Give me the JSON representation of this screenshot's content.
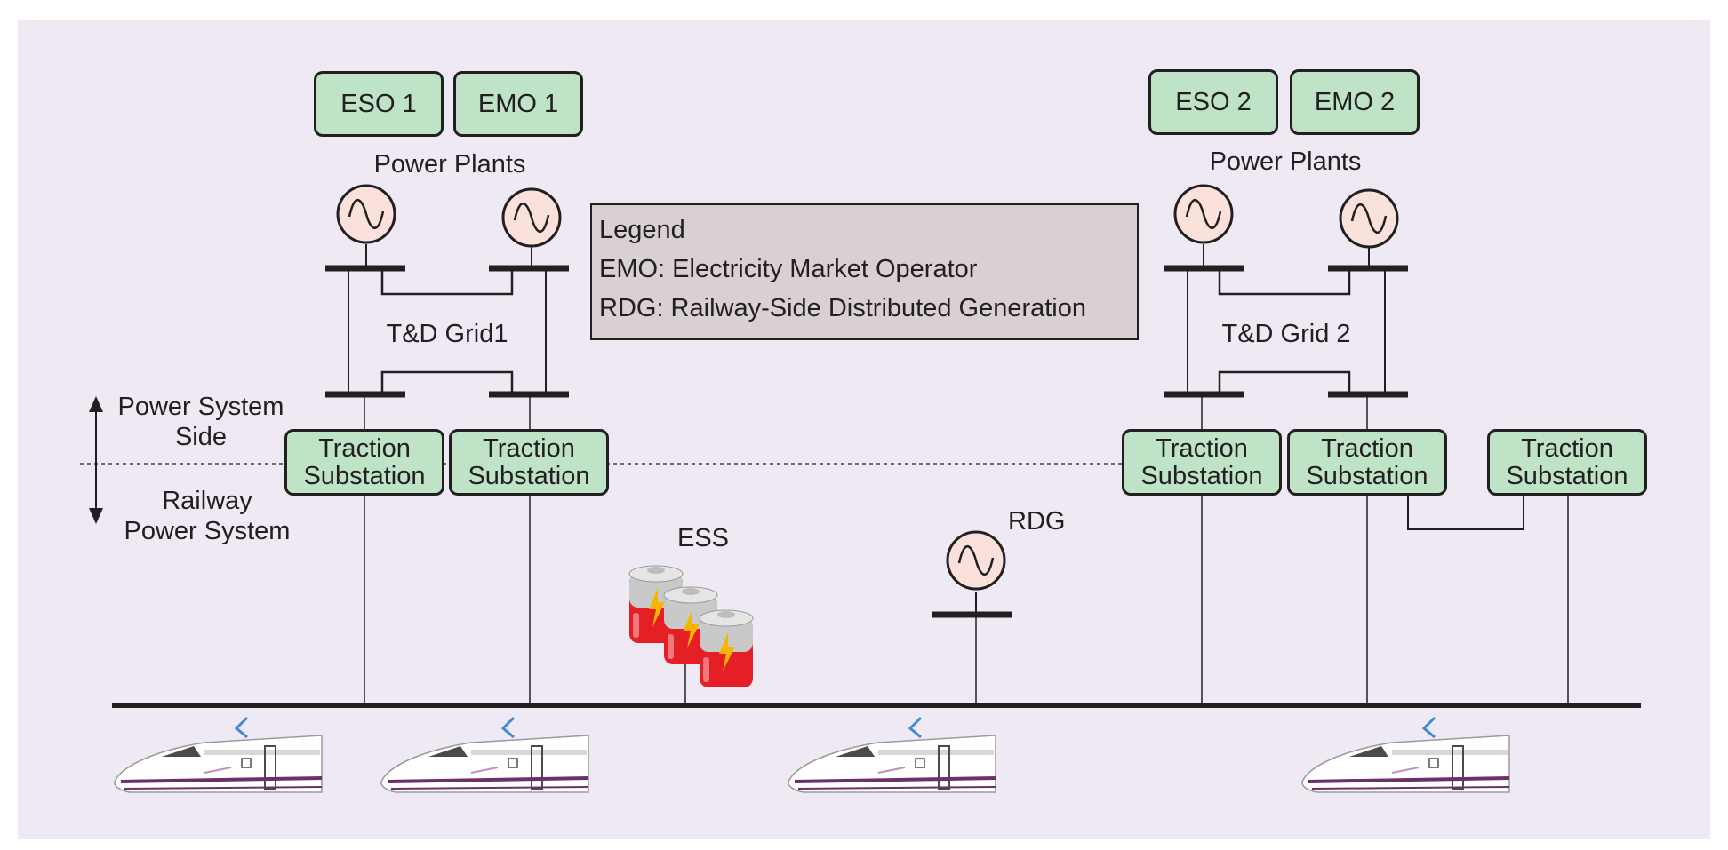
{
  "colors": {
    "background": "#efe9f4",
    "box_fill": "#bfe3c7",
    "generator_fill": "#fbe1dc",
    "legend_fill": "#d8d0d3",
    "line": "#231f20",
    "pantograph": "#3f8ad6",
    "battery_red": "#e41f26",
    "battery_top": "#c9c9c9",
    "bolt": "#f7b500",
    "train_body": "#ffffff",
    "train_stripe": "#6b2f6b",
    "train_window": "#4a4a4a"
  },
  "power_system": {
    "left": {
      "operators": [
        "ESO 1",
        "EMO 1"
      ],
      "plants_label": "Power Plants",
      "grid_label": "T&D Grid1"
    },
    "right": {
      "operators": [
        "ESO 2",
        "EMO 2"
      ],
      "plants_label": "Power Plants",
      "grid_label": "T&D Grid 2"
    }
  },
  "substation": {
    "line1": "Traction",
    "line2": "Substation"
  },
  "legend": {
    "title": "Legend",
    "items": [
      "EMO: Electricity Market Operator",
      "RDG: Railway-Side Distributed Generation"
    ]
  },
  "sides": {
    "upper_line1": "Power System",
    "upper_line2": "Side",
    "lower_line1": "Railway",
    "lower_line2": "Power System"
  },
  "railway": {
    "ess_label": "ESS",
    "rdg_label": "RDG"
  }
}
